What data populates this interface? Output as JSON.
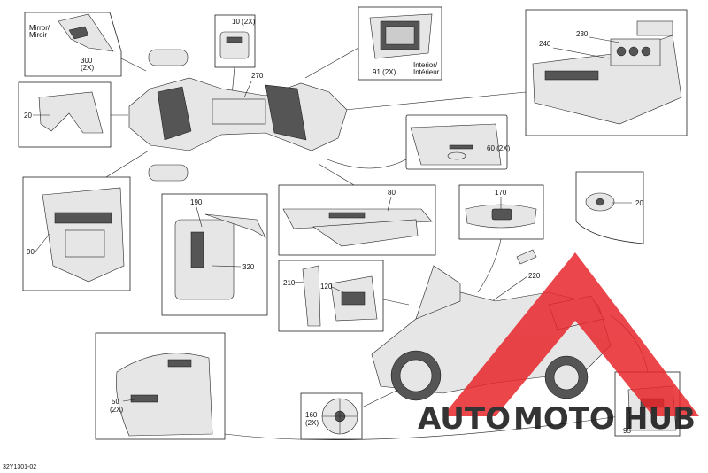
{
  "diagram": {
    "figure_code": "32Y1301-02",
    "callouts": {
      "c300_line1": "Mirror/",
      "c300_line2": "Miroir",
      "c300_num": "300",
      "c300_qty": "(2X)",
      "c10": "10 (2X)",
      "c270": "270",
      "c91": "91 (2X)",
      "c91_note1": "Interior/",
      "c91_note2": "Intérieur",
      "c240": "240",
      "c230": "230",
      "c20_left": "20",
      "c60": "60 (2X)",
      "c90": "90",
      "c190": "190",
      "c320": "320",
      "c80": "80",
      "c170": "170",
      "c20_right": "20",
      "c220": "220",
      "c210": "210",
      "c120": "120",
      "c50_num": "50",
      "c50_qty": "(2X)",
      "c160_num": "160",
      "c160_qty": "(2X)",
      "c95": "95"
    }
  },
  "watermark": {
    "text_prefix": "AUTO",
    "text_middle": "MOTO",
    "text_suffix": "HUB",
    "colors": {
      "red": "#e8262b",
      "yellow": "#f4b400",
      "dark": "#3a3a3a"
    }
  }
}
